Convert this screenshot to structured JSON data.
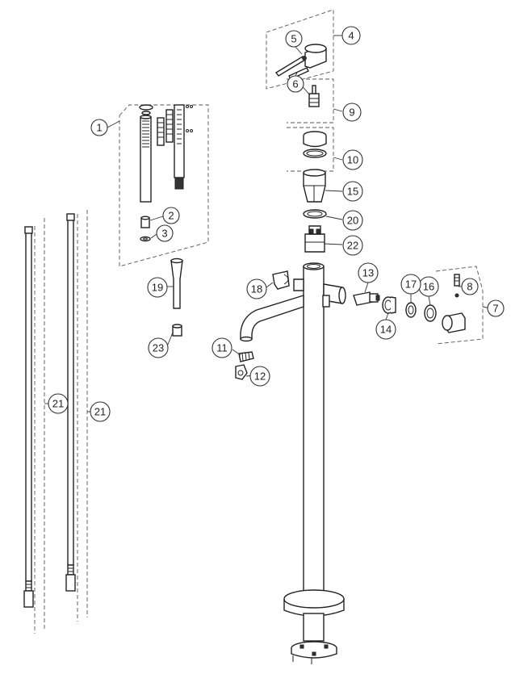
{
  "diagram": {
    "labels": {
      "c1": "1",
      "c2": "2",
      "c3": "3",
      "c4": "4",
      "c5": "5",
      "c6": "6",
      "c7": "7",
      "c8": "8",
      "c9": "9",
      "c10": "10",
      "c11": "11",
      "c12": "12",
      "c13": "13",
      "c14": "14",
      "c15": "15",
      "c16": "16",
      "c17": "17",
      "c18": "18",
      "c19": "19",
      "c20": "20",
      "c21a": "21",
      "c21b": "21",
      "c22": "22",
      "c23": "23"
    }
  }
}
